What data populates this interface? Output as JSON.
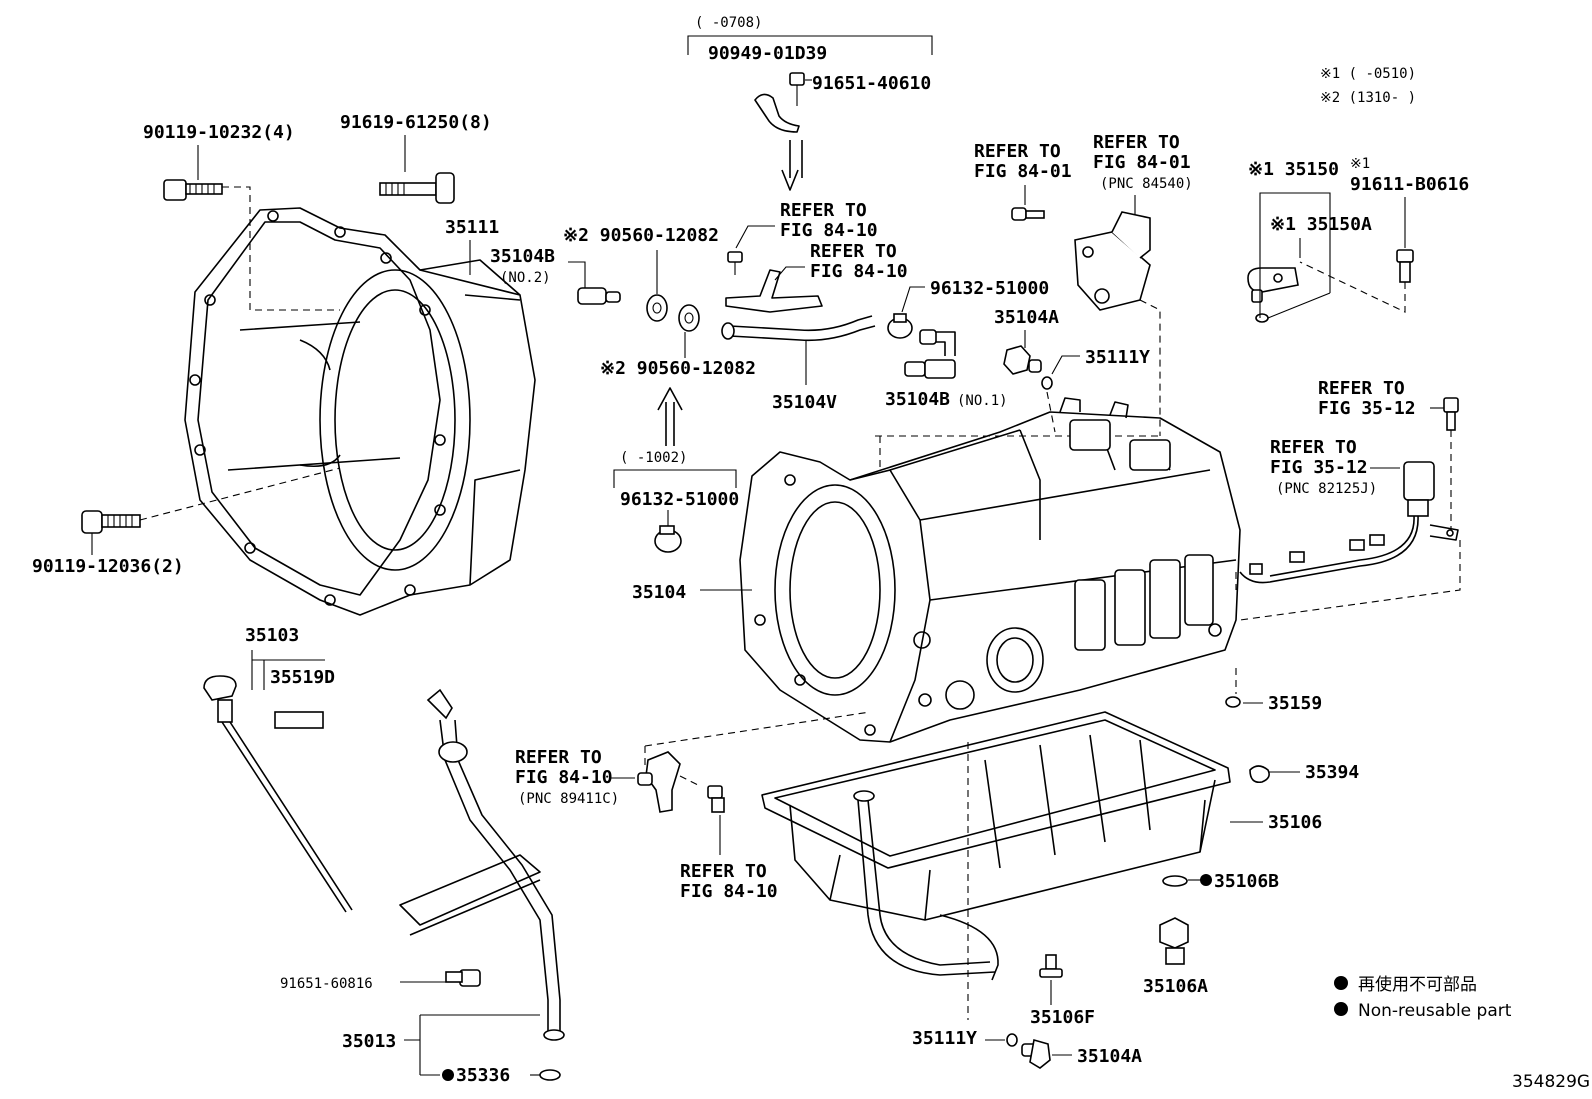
{
  "diagram_id": "354829G",
  "notes": {
    "n1": "※1 ( -0510)",
    "n2": "※2 (1310- )"
  },
  "legend": {
    "jp": "再使用不可部品",
    "en": "Non-reusable part"
  },
  "labels": {
    "bracket_0708": "( -0708)",
    "p90949": "90949-01D39",
    "p91651_40610": "91651-40610",
    "p90119_10232": "90119-10232(4)",
    "p91619": "91619-61250(8)",
    "p35111": "35111",
    "p35104B_2": "35104B",
    "p35104B_2_sub": "(NO.2)",
    "p90560_a": "※2 90560-12082",
    "p90560_b": "※2 90560-12082",
    "refer_8410_a1": "REFER TO",
    "refer_8410_a2": "FIG 84-10",
    "refer_8410_b1": "REFER TO",
    "refer_8410_b2": "FIG 84-10",
    "p96132_a": "96132-51000",
    "p35104V": "35104V",
    "p35104B_1": "35104B",
    "p35104B_1_sub": "(NO.1)",
    "refer_8401_a1": "REFER TO",
    "refer_8401_a2": "FIG 84-01",
    "refer_8401_b1": "REFER TO",
    "refer_8401_b2": "FIG 84-01",
    "refer_8401_b3": "(PNC 84540)",
    "p35104A_top": "35104A",
    "p35111Y_top": "35111Y",
    "p35150": "※1 35150",
    "p35150A": "※1 35150A",
    "p91611_mark": "※1",
    "p91611": "91611-B0616",
    "refer_3512_a1": "REFER TO",
    "refer_3512_a2": "FIG 35-12",
    "refer_3512_b1": "REFER TO",
    "refer_3512_b2": "FIG 35-12",
    "refer_3512_b3": "(PNC 82125J)",
    "bracket_1002": "( -1002)",
    "p96132_b": "96132-51000",
    "p90119_12036": "90119-12036(2)",
    "p35104": "35104",
    "p35103": "35103",
    "p35519D": "35519D",
    "refer_8410_c1": "REFER TO",
    "refer_8410_c2": "FIG 84-10",
    "refer_8410_c3": "(PNC 89411C)",
    "refer_8410_d1": "REFER TO",
    "refer_8410_d2": "FIG 84-10",
    "p35159": "35159",
    "p35394": "35394",
    "p35106": "35106",
    "p35106B": "35106B",
    "p35106A": "35106A",
    "p91651_60816": "91651-60816",
    "p35106F": "35106F",
    "p35013": "35013",
    "p35111Y_bot": "35111Y",
    "p35104A_bot": "35104A",
    "p35336": "35336"
  }
}
